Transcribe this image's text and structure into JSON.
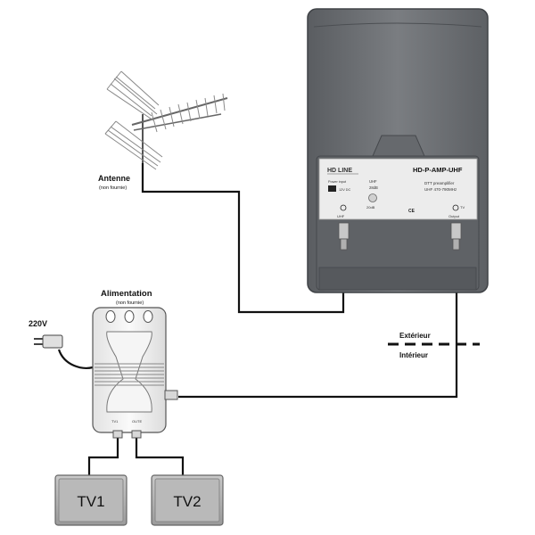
{
  "labels": {
    "antenna": "Antenne",
    "antenna_note": "(non fournie)",
    "power": "Alimentation",
    "power_note": "(non fournie)",
    "voltage": "220V",
    "outdoor": "Extérieur",
    "indoor": "Intérieur"
  },
  "amplifier": {
    "brand": "HD LINE",
    "model": "HD-P-AMP-UHF",
    "subtitle_1": "DTT preamplifier",
    "subtitle_2": "UHF 470-790MHz",
    "power_label": "Power input",
    "power_value": "12V DC",
    "band": "UHF",
    "gain": "28dB",
    "gain_adjust": "20dB",
    "input_label": "UHF",
    "output_label": "Output",
    "tv_label": "TV"
  },
  "power_supply": {
    "port_1": "TV1",
    "port_2": "OUTE"
  },
  "tvs": [
    {
      "label": "TV1"
    },
    {
      "label": "TV2"
    }
  ],
  "colors": {
    "housing": "#6e7175",
    "housing_dark": "#55585c",
    "panel": "#ececec",
    "wire": "#111111"
  }
}
